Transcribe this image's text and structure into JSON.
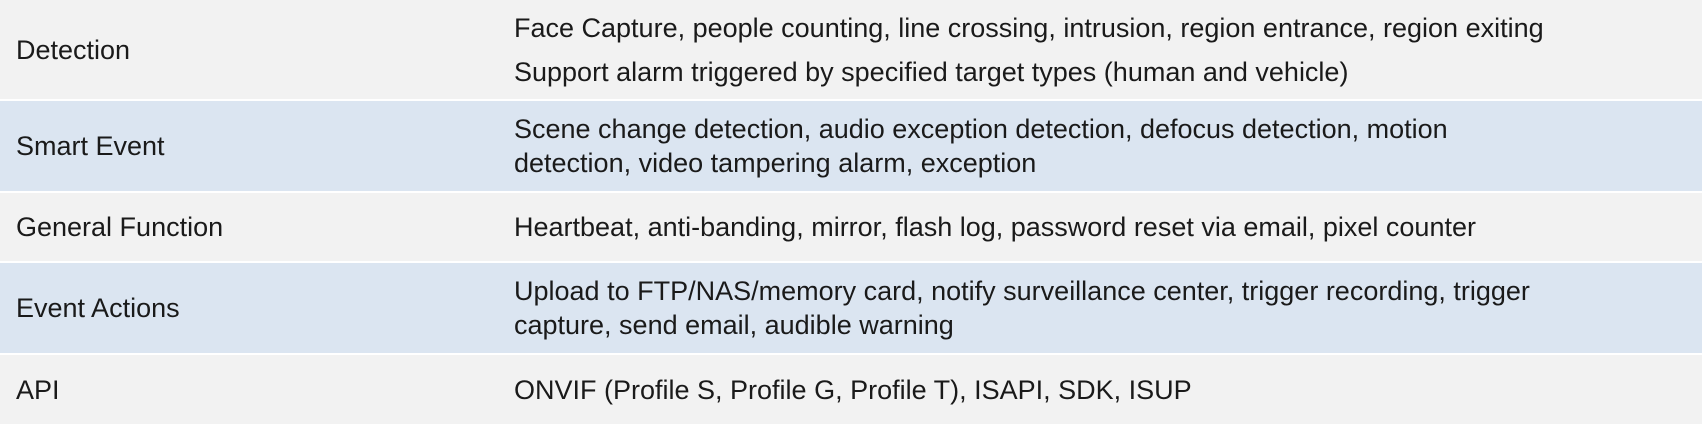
{
  "spec_rows": [
    {
      "label": "Detection",
      "lines": [
        "Face Capture, people counting, line crossing, intrusion, region entrance, region exiting",
        "Support alarm triggered by specified target types (human and vehicle)"
      ]
    },
    {
      "label": "Smart Event",
      "lines": [
        "Scene change detection, audio exception detection, defocus detection, motion",
        "detection, video tampering alarm, exception"
      ]
    },
    {
      "label": "General Function",
      "lines": [
        "Heartbeat, anti-banding, mirror, flash log, password reset via email, pixel counter"
      ]
    },
    {
      "label": "Event Actions",
      "lines": [
        "Upload to FTP/NAS/memory card, notify surveillance center, trigger recording, trigger",
        "capture, send email, audible warning"
      ]
    },
    {
      "label": "API",
      "lines": [
        "ONVIF (Profile S, Profile G, Profile T), ISAPI, SDK, ISUP"
      ]
    }
  ],
  "colors": {
    "row_light": "#f2f2f2",
    "row_blue": "#dbe5f1",
    "text": "#1a1a1a"
  }
}
